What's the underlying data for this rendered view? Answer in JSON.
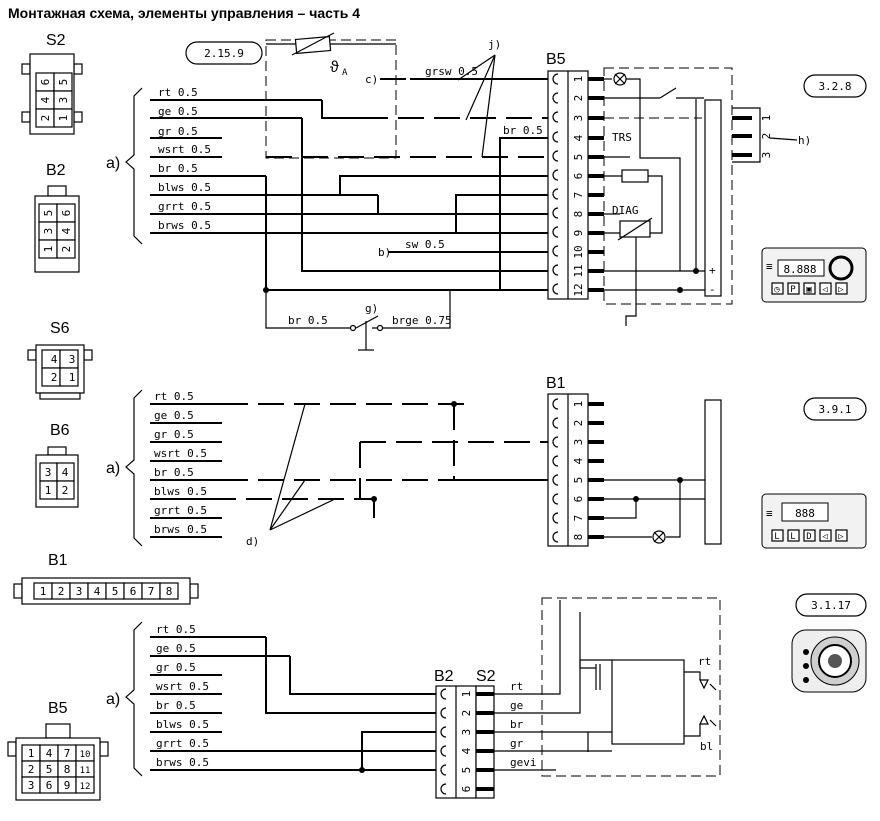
{
  "title": "Монтажная схема, элементы управления – часть 4",
  "connectors_left": {
    "s2": {
      "label": "S2",
      "pins": [
        "6",
        "5",
        "4",
        "3",
        "2",
        "1"
      ]
    },
    "b2": {
      "label": "B2",
      "pins": [
        "5",
        "6",
        "3",
        "4",
        "1",
        "2"
      ]
    },
    "s6": {
      "label": "S6",
      "pins": [
        "4",
        "3",
        "2",
        "1"
      ]
    },
    "b6": {
      "label": "B6",
      "pins": [
        "3",
        "4",
        "1",
        "2"
      ]
    },
    "b1": {
      "label": "B1",
      "pins": [
        "1",
        "2",
        "3",
        "4",
        "5",
        "6",
        "7",
        "8"
      ]
    },
    "b5": {
      "label": "B5",
      "pins": [
        "1",
        "4",
        "7",
        "10",
        "2",
        "5",
        "8",
        "11",
        "3",
        "6",
        "9",
        "12"
      ]
    }
  },
  "wires_a": [
    "rt 0.5",
    "ge 0.5",
    "gr 0.5",
    "wsrt 0.5",
    "br 0.5",
    "blws 0.5",
    "grrt 0.5",
    "brws 0.5"
  ],
  "section1": {
    "ref": "2.15.9",
    "brace": "a)",
    "connector": "B5",
    "pins": [
      "1",
      "2",
      "3",
      "4",
      "5",
      "6",
      "7",
      "8",
      "9",
      "10",
      "11",
      "12"
    ],
    "c_label": "c)",
    "c_wire": "grsw 0.5",
    "j_label": "j)",
    "br_wire": "br 0.5",
    "b_label": "b)",
    "b_wire": "sw 0.5",
    "g_label": "g)",
    "g_left": "br 0.5",
    "g_right": "brge 0.75",
    "trs": "TRS",
    "diag": "DIAG",
    "theta": "ϑ",
    "theta_sub": "A",
    "plus": "+",
    "minus": "-",
    "device_ref": "3.2.8",
    "h_label": "h)",
    "h_pins": [
      "1",
      "2",
      "3"
    ],
    "panel_display": "8.888",
    "panel_buttons": [
      "◷",
      "P",
      "▣",
      "◁",
      "▷"
    ]
  },
  "section2": {
    "ref": "3.9.1",
    "brace": "a)",
    "connector": "B1",
    "pins": [
      "1",
      "2",
      "3",
      "4",
      "5",
      "6",
      "7",
      "8"
    ],
    "d_label": "d)",
    "panel_display": "888",
    "panel_buttons": [
      "L",
      "L",
      "D",
      "◁",
      "▷"
    ]
  },
  "section3": {
    "ref": "3.1.17",
    "brace": "a)",
    "connector_b2": "B2",
    "connector_s2": "S2",
    "pins": [
      "1",
      "2",
      "3",
      "4",
      "5",
      "6"
    ],
    "right_wires": [
      "rt",
      "ge",
      "br",
      "gr",
      "gevi"
    ],
    "led_top": "rt",
    "led_bottom": "bl"
  }
}
